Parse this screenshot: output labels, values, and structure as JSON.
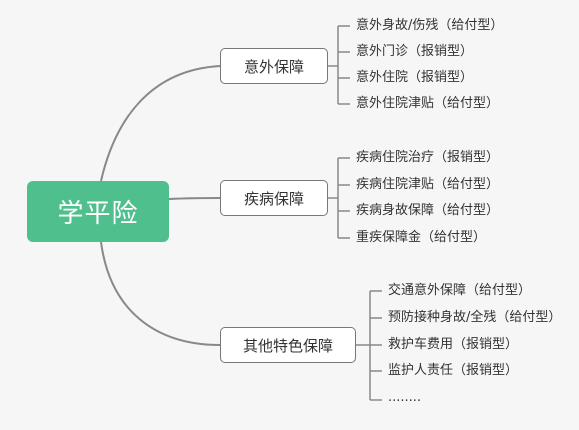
{
  "root": {
    "label": "学平险"
  },
  "branches": [
    {
      "label": "意外保障",
      "items": [
        "意外身故/伤残（给付型）",
        "意外门诊（报销型）",
        "意外住院（报销型）",
        "意外住院津贴（给付型）"
      ]
    },
    {
      "label": "疾病保障",
      "items": [
        "疾病住院治疗（报销型）",
        "疾病住院津贴（给付型）",
        "疾病身故保障（给付型）",
        "重疾保障金（给付型）"
      ]
    },
    {
      "label": "其他特色保障",
      "items": [
        "交通意外保障（给付型）",
        "预防接种身故/全残（给付型）",
        "救护车费用（报销型）",
        "监护人责任（报销型）",
        "........"
      ]
    }
  ],
  "colors": {
    "root_fill": "#4fc08d",
    "connector": "#888888",
    "background": "#f6f6f6"
  }
}
